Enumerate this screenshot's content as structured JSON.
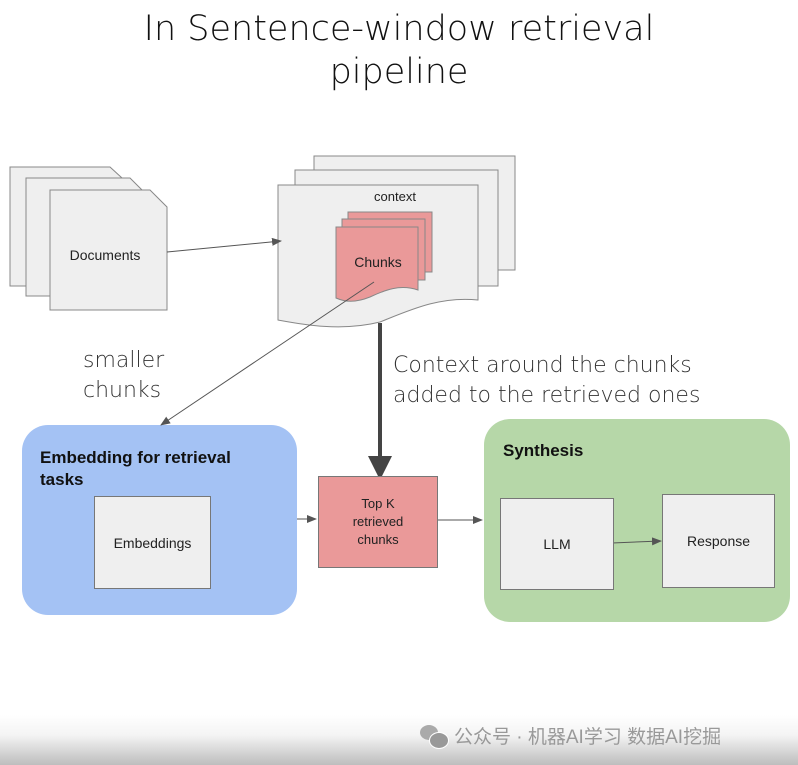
{
  "title_line1": "In Sentence-window retrieval",
  "title_line2": "pipeline",
  "documents_label": "Documents",
  "context_label": "context",
  "chunks_label": "Chunks",
  "smaller_chunks_line1": "smaller",
  "smaller_chunks_line2": "chunks",
  "context_note_line1": "Context around the chunks",
  "context_note_line2": "added to the retrieved ones",
  "embedding_group": {
    "title_line1": "Embedding for retrieval",
    "title_line2": "tasks",
    "box": "Embeddings",
    "color": "#a4c2f4"
  },
  "topk": {
    "line1": "Top K",
    "line2": "retrieved",
    "line3": "chunks",
    "color": "#ea9999"
  },
  "synthesis_group": {
    "title": "Synthesis",
    "llm": "LLM",
    "response": "Response",
    "color": "#b6d7a8"
  },
  "watermark": "公众号 · 机器AI学习 数据AI挖掘"
}
